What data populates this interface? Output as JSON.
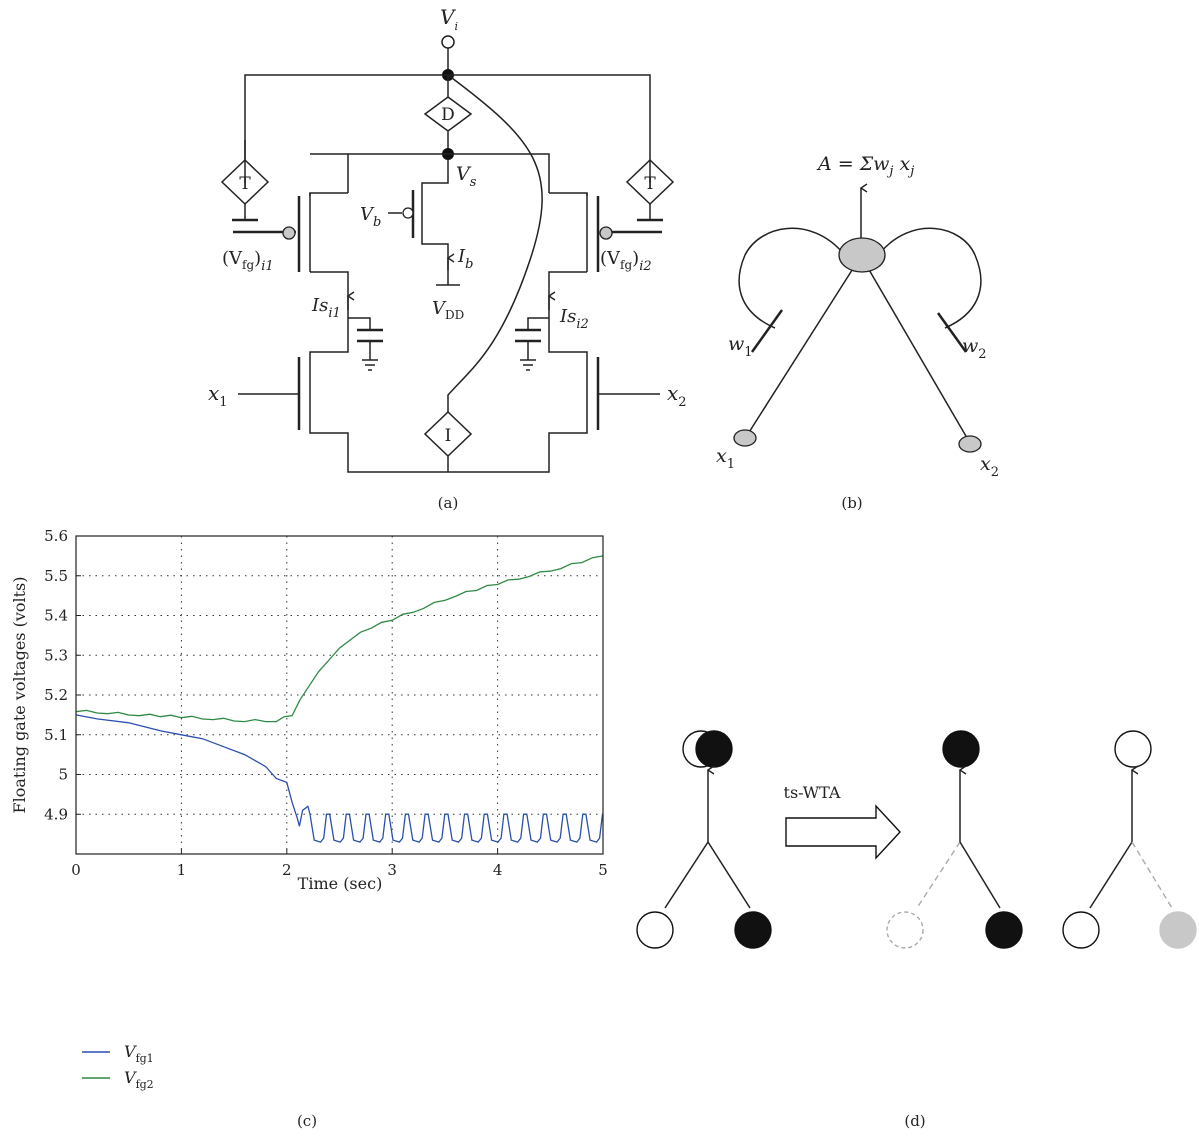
{
  "panel_a": {
    "caption": "(a)",
    "vi": {
      "main": "V",
      "sub": "i"
    },
    "d_label": "D",
    "t_left": "T",
    "t_right": "T",
    "vs": {
      "main": "V",
      "sub": "s"
    },
    "vb": {
      "main": "V",
      "sub": "b"
    },
    "ib": {
      "main": "I",
      "sub": "b"
    },
    "vdd": {
      "main": "V",
      "sub": "DD"
    },
    "vfg1": {
      "open": "(V",
      "sub": "fg",
      "close": ")",
      "sub2": "i1"
    },
    "vfg2": {
      "open": "(V",
      "sub": "fg",
      "close": ")",
      "sub2": "i2"
    },
    "is1": {
      "main": "Is",
      "sub": "i1"
    },
    "is2": {
      "main": "Is",
      "sub": "i2"
    },
    "x1": {
      "main": "x",
      "sub": "1"
    },
    "x2": {
      "main": "x",
      "sub": "2"
    },
    "i_label": "I"
  },
  "panel_b": {
    "caption": "(b)",
    "formula": "A = Σw_j x_j",
    "w1": {
      "main": "w",
      "sub": "1"
    },
    "w2": {
      "main": "w",
      "sub": "2"
    },
    "x1": {
      "main": "x",
      "sub": "1"
    },
    "x2": {
      "main": "x",
      "sub": "2"
    }
  },
  "panel_c": {
    "caption": "(c)"
  },
  "panel_d": {
    "caption": "(d)",
    "arrow_label": "ts-WTA"
  },
  "colors": {
    "series1": "#2b4fad",
    "series2": "#2f8a45",
    "gray": "#c8c8c8",
    "neuron": "#111111"
  },
  "chart_data": {
    "type": "line",
    "title": "",
    "xlabel": "Time (sec)",
    "ylabel": "Floating gate voltages (volts)",
    "xlim": [
      0,
      5
    ],
    "ylim": [
      4.8,
      5.6
    ],
    "xticks": [
      "0",
      "1",
      "2",
      "3",
      "4",
      "5"
    ],
    "yticks": [
      "4.9",
      "5",
      "5.1",
      "5.2",
      "5.3",
      "5.4",
      "5.5",
      "5.6"
    ],
    "grid": true,
    "legend_position": "bottom-left",
    "series": [
      {
        "name": "V_fg1",
        "legend": {
          "main": "V",
          "sub": "fg1"
        },
        "note": "decline to ~4.9 V, then oscillates between ~4.83 and 4.90 V with ~0.19 s period",
        "x": [
          0,
          0.2,
          0.5,
          0.8,
          1.0,
          1.2,
          1.4,
          1.6,
          1.8,
          1.9,
          2.0,
          2.05,
          2.1,
          2.12,
          2.15,
          2.2
        ],
        "y": [
          5.15,
          5.14,
          5.13,
          5.11,
          5.1,
          5.09,
          5.07,
          5.05,
          5.02,
          4.99,
          4.98,
          4.93,
          4.89,
          4.87,
          4.91,
          4.92
        ],
        "oscillation": {
          "start": 2.2,
          "end": 5.0,
          "period": 0.187,
          "high": 4.9,
          "low": 4.83
        }
      },
      {
        "name": "V_fg2",
        "legend": {
          "main": "V",
          "sub": "fg2"
        },
        "x": [
          0,
          0.3,
          0.6,
          1.0,
          1.3,
          1.6,
          1.9,
          2.05,
          2.2,
          2.4,
          2.6,
          2.8,
          3.0,
          3.3,
          3.6,
          4.0,
          4.3,
          4.6,
          5.0
        ],
        "y": [
          5.16,
          5.155,
          5.15,
          5.145,
          5.14,
          5.135,
          5.135,
          5.15,
          5.22,
          5.29,
          5.34,
          5.37,
          5.39,
          5.42,
          5.45,
          5.48,
          5.5,
          5.52,
          5.55
        ]
      }
    ]
  }
}
